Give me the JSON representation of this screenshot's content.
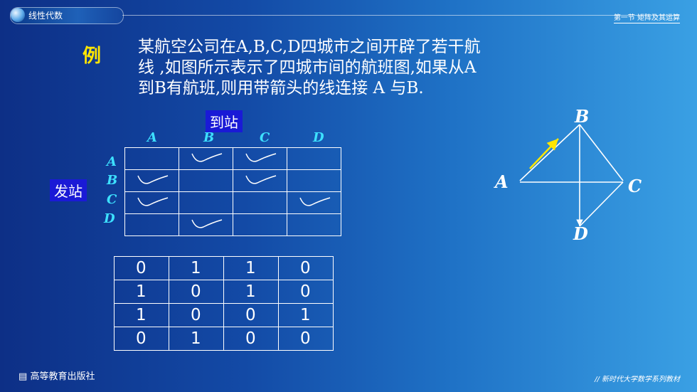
{
  "header": {
    "course_title": "线性代数",
    "section_title": "第一节 矩阵及其运算"
  },
  "problem": {
    "example_label": "例",
    "text_line1": "某航空公司在A,B,C,D四城市之间开辟了若干航",
    "text_line2": "线 ,如图所示表示了四城市间的航班图,如果从A",
    "text_line3": "到B有航班,则用带箭头的线连接 A 与B."
  },
  "flight_table": {
    "arrival_label": "到站",
    "departure_label": "发站",
    "columns": [
      "A",
      "B",
      "C",
      "D"
    ],
    "rows": [
      "A",
      "B",
      "C",
      "D"
    ],
    "checks": [
      [
        false,
        true,
        true,
        false
      ],
      [
        true,
        false,
        true,
        false
      ],
      [
        true,
        false,
        false,
        true
      ],
      [
        false,
        true,
        false,
        false
      ]
    ]
  },
  "matrix": [
    [
      "0",
      "1",
      "1",
      "0"
    ],
    [
      "1",
      "0",
      "1",
      "0"
    ],
    [
      "1",
      "0",
      "0",
      "1"
    ],
    [
      "0",
      "1",
      "0",
      "0"
    ]
  ],
  "graph": {
    "nodes": [
      "A",
      "B",
      "C",
      "D"
    ]
  },
  "footer": {
    "publisher": "高等教育出版社",
    "series": "// 新时代大学数学系列教材"
  },
  "colors": {
    "highlight": "#ffe600",
    "label_cyan": "#3de0ff",
    "label_box": "#1a1ad6"
  }
}
